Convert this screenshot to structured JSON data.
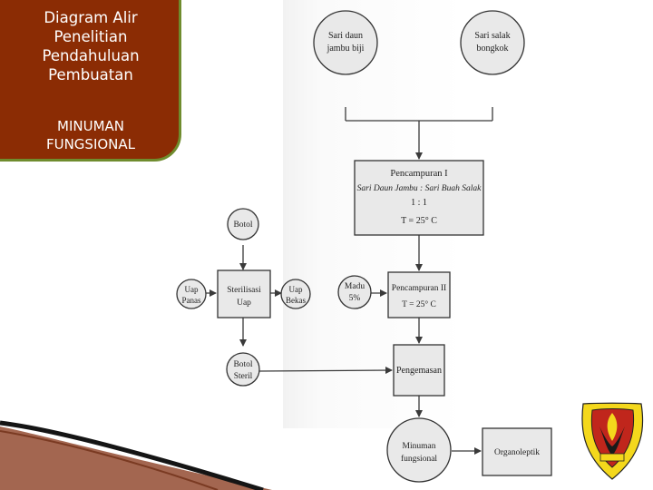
{
  "title": {
    "line1": "Diagram Alir",
    "line2": "Penelitian",
    "line3": "Pendahuluan",
    "line4": "Pembuatan",
    "line5": "MINUMAN",
    "line6": "FUNGSIONAL"
  },
  "nodes": {
    "sari_daun": [
      "Sari daun",
      "jambu biji"
    ],
    "sari_salak": [
      "Sari salak",
      "bongkok"
    ],
    "pencampuran1": [
      "Pencampuran I",
      "Sari Daun Jambu : Sari Buah Salak",
      "1 : 1",
      "T = 25° C"
    ],
    "botol": [
      "Botol"
    ],
    "uap_panas": [
      "Uap",
      "Panas"
    ],
    "sterilisasi": [
      "Sterilisasi",
      "Uap"
    ],
    "uap_bekas": [
      "Uap",
      "Bekas"
    ],
    "madu": [
      "Madu",
      "5%"
    ],
    "pencampuran2": [
      "Pencampuran II",
      "T = 25° C"
    ],
    "botol_steril": [
      "Botol",
      "Steril"
    ],
    "pengemasan": [
      "Pengemasan"
    ],
    "minuman": [
      "Minuman",
      "fungsional"
    ],
    "organoleptik": [
      "Organoleptik"
    ]
  },
  "colors": {
    "title_bg": "#8b2c04",
    "title_border": "#6f8c2e",
    "shape_fill": "#e9e9e9",
    "line": "#3a3a3a",
    "logo_yellow": "#f4d81c",
    "logo_red": "#c0261c"
  }
}
